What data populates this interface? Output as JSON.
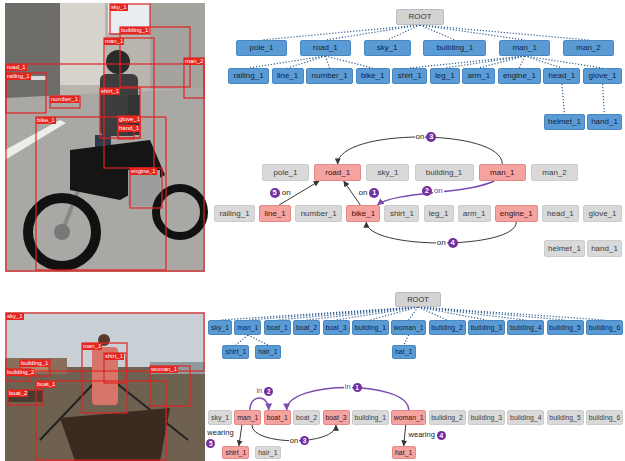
{
  "diagram": {
    "nodes": [
      {
        "text": [
          "ROOT"
        ]
      },
      {
        "text": [
          "pole_1"
        ]
      },
      {
        "text": [
          "road_1"
        ]
      },
      {
        "text": [
          "sky_1"
        ]
      },
      {
        "text": [
          "building_1"
        ]
      },
      {
        "text": [
          "man_1"
        ]
      },
      {
        "text": [
          "man_2"
        ]
      },
      {
        "text": [
          "railing_1"
        ]
      },
      {
        "text": [
          "line_1"
        ]
      },
      {
        "text": [
          "number_1"
        ]
      },
      {
        "text": [
          "bike_1"
        ]
      },
      {
        "text": [
          "shirt_1"
        ]
      },
      {
        "text": [
          "leg_1"
        ]
      },
      {
        "text": [
          "arm_1"
        ]
      },
      {
        "text": [
          "engine_1"
        ]
      },
      {
        "text": [
          "head_1"
        ]
      },
      {
        "text": [
          "glove_1"
        ]
      },
      {
        "text": [
          "helmet_1"
        ]
      },
      {
        "text": [
          "hand_1"
        ]
      },
      {
        "text": [
          "pole_1"
        ]
      },
      {
        "text": [
          "road_1"
        ]
      },
      {
        "text": [
          "sky_1"
        ]
      },
      {
        "text": [
          "building_1"
        ]
      },
      {
        "text": [
          "man_1"
        ]
      },
      {
        "text": [
          "man_2"
        ]
      },
      {
        "text": [
          "railing_1"
        ]
      },
      {
        "text": [
          "line_1"
        ]
      },
      {
        "text": [
          "number_1"
        ]
      },
      {
        "text": [
          "bike_1"
        ]
      },
      {
        "text": [
          "shirt_1"
        ]
      },
      {
        "text": [
          "leg_1"
        ]
      },
      {
        "text": [
          "arm_1"
        ]
      },
      {
        "text": [
          "engine_1"
        ]
      },
      {
        "text": [
          "head_1"
        ]
      },
      {
        "text": [
          "glove_1"
        ]
      },
      {
        "text": [
          "helmet_1"
        ]
      },
      {
        "text": [
          "hand_1"
        ]
      },
      {
        "text": [
          "ROOT"
        ]
      },
      {
        "text": [
          "sky_1"
        ]
      },
      {
        "text": [
          "man_1"
        ]
      },
      {
        "text": [
          "boat_1"
        ]
      },
      {
        "text": [
          "boat_2"
        ]
      },
      {
        "text": [
          "boat_3"
        ]
      },
      {
        "text": [
          "building_1"
        ]
      },
      {
        "text": [
          "woman_1"
        ]
      },
      {
        "text": [
          "building_2"
        ]
      },
      {
        "text": [
          "building_3"
        ]
      },
      {
        "text": [
          "building_4"
        ]
      },
      {
        "text": [
          "building_5"
        ]
      },
      {
        "text": [
          "building_6"
        ]
      },
      {
        "text": [
          "shirt_1"
        ]
      },
      {
        "text": [
          "hair_1"
        ]
      },
      {
        "text": [
          "hat_1"
        ]
      },
      {
        "text": [
          "sky_1"
        ]
      },
      {
        "text": [
          "man_1"
        ]
      },
      {
        "text": [
          "boat_1"
        ]
      },
      {
        "text": [
          "boat_2"
        ]
      },
      {
        "text": [
          "boat_3"
        ]
      },
      {
        "text": [
          "building_1"
        ]
      },
      {
        "text": [
          "woman_1"
        ]
      },
      {
        "text": [
          "building_2"
        ]
      },
      {
        "text": [
          "building_3"
        ]
      },
      {
        "text": [
          "building_4"
        ]
      },
      {
        "text": [
          "building_5"
        ]
      },
      {
        "text": [
          "building_6"
        ]
      },
      {
        "text": [
          "shirt_1"
        ]
      },
      {
        "text": [
          "hair_1"
        ]
      },
      {
        "text": [
          "hat_1"
        ]
      }
    ],
    "edges": [
      {
        "from": 0,
        "to": 1,
        "arrow": "none"
      },
      {
        "from": 0,
        "to": 2,
        "arrow": "none"
      },
      {
        "from": 0,
        "to": 3,
        "arrow": "none"
      },
      {
        "from": 0,
        "to": 4,
        "arrow": "none"
      },
      {
        "from": 0,
        "to": 5,
        "arrow": "none"
      },
      {
        "from": 0,
        "to": 6,
        "arrow": "none"
      },
      {
        "from": 2,
        "to": 7,
        "arrow": "none"
      },
      {
        "from": 2,
        "to": 8,
        "arrow": "none"
      },
      {
        "from": 2,
        "to": 9,
        "arrow": "none"
      },
      {
        "from": 2,
        "to": 10,
        "arrow": "none"
      },
      {
        "from": 5,
        "to": 11,
        "arrow": "none"
      },
      {
        "from": 5,
        "to": 12,
        "arrow": "none"
      },
      {
        "from": 5,
        "to": 13,
        "arrow": "none"
      },
      {
        "from": 5,
        "to": 14,
        "arrow": "none"
      },
      {
        "from": 5,
        "to": 15,
        "arrow": "none"
      },
      {
        "from": 5,
        "to": 16,
        "arrow": "none"
      },
      {
        "from": 15,
        "to": 17,
        "arrow": "none"
      },
      {
        "from": 16,
        "to": 18,
        "arrow": "none"
      },
      {
        "from": 28,
        "to": 20,
        "label": "on",
        "arrow": "to"
      },
      {
        "from": 23,
        "to": 28,
        "label": "on",
        "arrow": "to"
      },
      {
        "from": 23,
        "to": 20,
        "label": "on",
        "arrow": "to"
      },
      {
        "from": 32,
        "to": 28,
        "label": "on",
        "arrow": "to"
      },
      {
        "from": 26,
        "to": 20,
        "label": "on",
        "arrow": "to"
      },
      {
        "from": 37,
        "to": 38,
        "arrow": "none"
      },
      {
        "from": 37,
        "to": 39,
        "arrow": "none"
      },
      {
        "from": 37,
        "to": 40,
        "arrow": "none"
      },
      {
        "from": 37,
        "to": 41,
        "arrow": "none"
      },
      {
        "from": 37,
        "to": 42,
        "arrow": "none"
      },
      {
        "from": 37,
        "to": 43,
        "arrow": "none"
      },
      {
        "from": 37,
        "to": 44,
        "arrow": "none"
      },
      {
        "from": 37,
        "to": 45,
        "arrow": "none"
      },
      {
        "from": 37,
        "to": 46,
        "arrow": "none"
      },
      {
        "from": 37,
        "to": 47,
        "arrow": "none"
      },
      {
        "from": 37,
        "to": 48,
        "arrow": "none"
      },
      {
        "from": 37,
        "to": 49,
        "arrow": "none"
      },
      {
        "from": 39,
        "to": 50,
        "arrow": "none"
      },
      {
        "from": 39,
        "to": 51,
        "arrow": "none"
      },
      {
        "from": 44,
        "to": 52,
        "arrow": "none"
      },
      {
        "from": 59,
        "to": 55,
        "label": "in",
        "arrow": "to"
      },
      {
        "from": 54,
        "to": 55,
        "label": "in",
        "arrow": "to"
      },
      {
        "from": 54,
        "to": 57,
        "label": "on",
        "arrow": "to"
      },
      {
        "from": 59,
        "to": 67,
        "label": "wearing",
        "arrow": "to"
      },
      {
        "from": 54,
        "to": 65,
        "label": "wearing",
        "arrow": "to"
      }
    ],
    "labels": [
      "1",
      "2",
      "3",
      "4",
      "5",
      "1",
      "2",
      "3",
      "4",
      "5",
      "sky_1",
      "building_1",
      "man_1",
      "road_1",
      "railing_1",
      "number_1",
      "shirt_1",
      "man_2",
      "bike_1",
      "glove_1",
      "hand_1",
      "engine_1",
      "sky_1",
      "man_1",
      "shirt_1",
      "building_1",
      "building_2",
      "boat_1",
      "boat_2",
      "woman_1"
    ]
  }
}
